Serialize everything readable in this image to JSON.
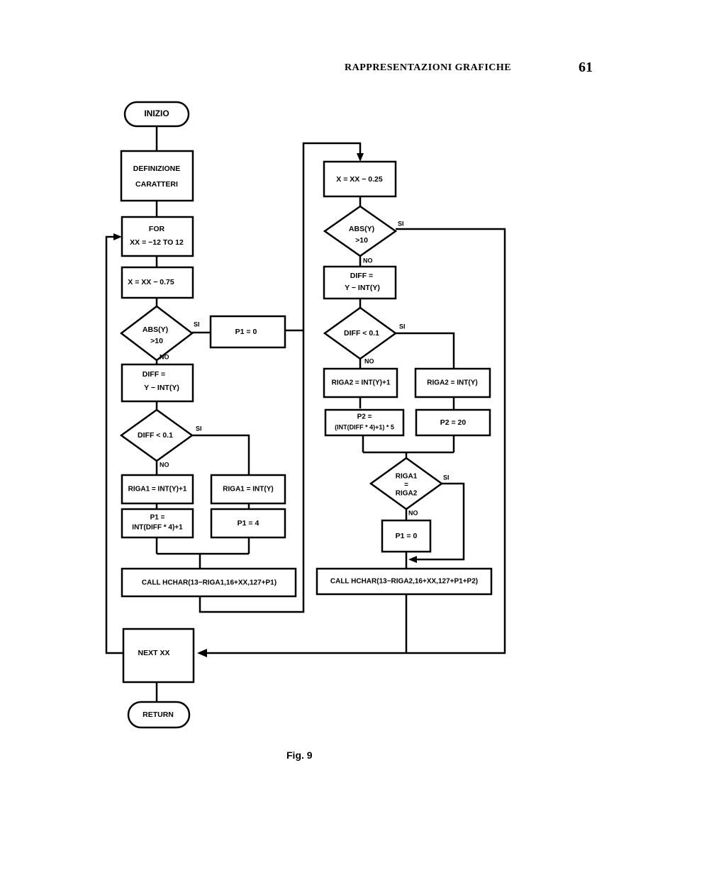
{
  "header": {
    "title": "RAPPRESENTAZIONI GRAFICHE",
    "page_number": "61"
  },
  "caption": "Fig. 9",
  "flowchart": {
    "start": "INIZIO",
    "def_line1": "DEFINIZIONE",
    "def_line2": "CARATTERI",
    "for_line1": "FOR",
    "for_line2": "XX = −12 TO 12",
    "x1": "X = XX − 0.75",
    "abs1_line1": "ABS(Y)",
    "abs1_line2": ">10",
    "si": "SI",
    "no": "NO",
    "p1_zero": "P1 = 0",
    "diff1_line1": "DIFF =",
    "diff1_line2": "Y − INT(Y)",
    "cond_diff1": "DIFF < 0.1",
    "riga1_a": "RIGA1 = INT(Y)+1",
    "riga1_b": "RIGA1 = INT(Y)",
    "p1_calc_line1": "P1 =",
    "p1_calc_line2": "INT(DIFF * 4)+1",
    "p1_four": "P1 = 4",
    "call1": "CALL HCHAR(13−RIGA1,16+XX,127+P1)",
    "next": "NEXT XX",
    "return": "RETURN",
    "x2": "X = XX − 0.25",
    "abs2_line1": "ABS(Y)",
    "abs2_line2": ">10",
    "diff2_line1": "DIFF =",
    "diff2_line2": "Y − INT(Y)",
    "cond_diff2": "DIFF < 0.1",
    "riga2_a": "RIGA2 = INT(Y)+1",
    "riga2_b": "RIGA2 = INT(Y)",
    "p2_calc_line1": "P2 =",
    "p2_calc_line2": "(INT(DIFF * 4)+1) * 5",
    "p2_twenty": "P2 = 20",
    "cmp_line1": "RIGA1",
    "cmp_line2": "=",
    "cmp_line3": "RIGA2",
    "p1_zero_b": "P1 = 0",
    "call2": "CALL HCHAR(13−RIGA2,16+XX,127+P1+P2)"
  }
}
